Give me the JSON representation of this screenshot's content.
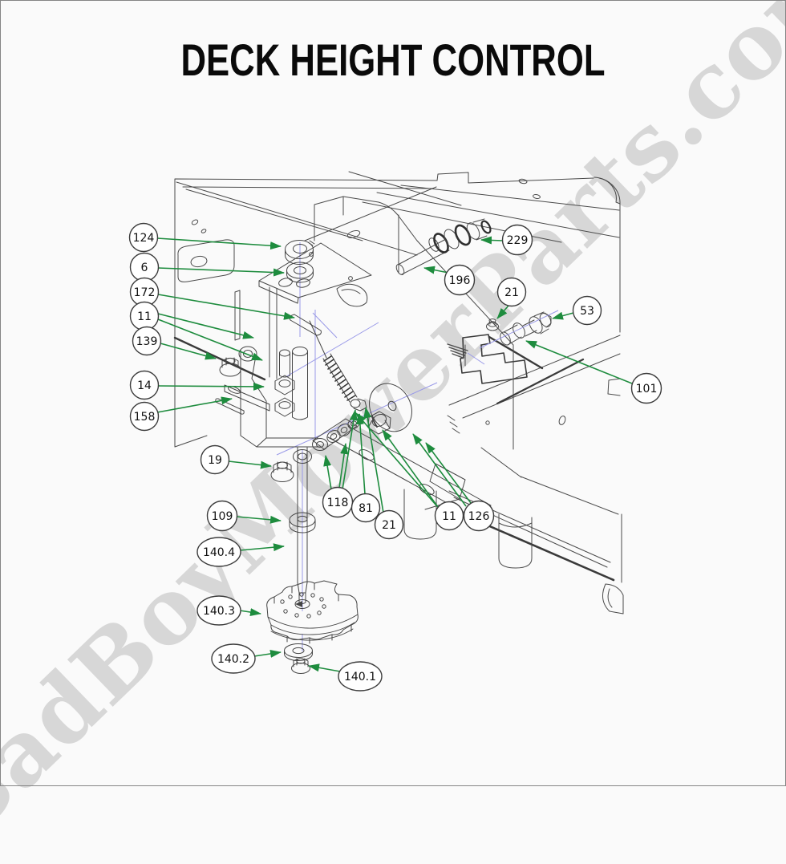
{
  "title": "DECK HEIGHT CONTROL",
  "watermark": "BadBoyMowerParts.com",
  "colors": {
    "leader_green": "#1e8c3e",
    "line_dark": "#454545",
    "centerline_blue": "#9a9ae8",
    "watermark_gray": "#d7d7d7",
    "background": "#fafafa"
  },
  "callouts": [
    {
      "label": "124"
    },
    {
      "label": "6"
    },
    {
      "label": "172"
    },
    {
      "label": "11"
    },
    {
      "label": "139"
    },
    {
      "label": "14"
    },
    {
      "label": "158"
    },
    {
      "label": "19"
    },
    {
      "label": "109"
    },
    {
      "label": "140.4"
    },
    {
      "label": "140.3"
    },
    {
      "label": "140.2"
    },
    {
      "label": "140.1"
    },
    {
      "label": "118"
    },
    {
      "label": "81"
    },
    {
      "label": "21"
    },
    {
      "label": "11"
    },
    {
      "label": "126"
    },
    {
      "label": "229"
    },
    {
      "label": "196"
    },
    {
      "label": "21"
    },
    {
      "label": "53"
    },
    {
      "label": "101"
    }
  ]
}
